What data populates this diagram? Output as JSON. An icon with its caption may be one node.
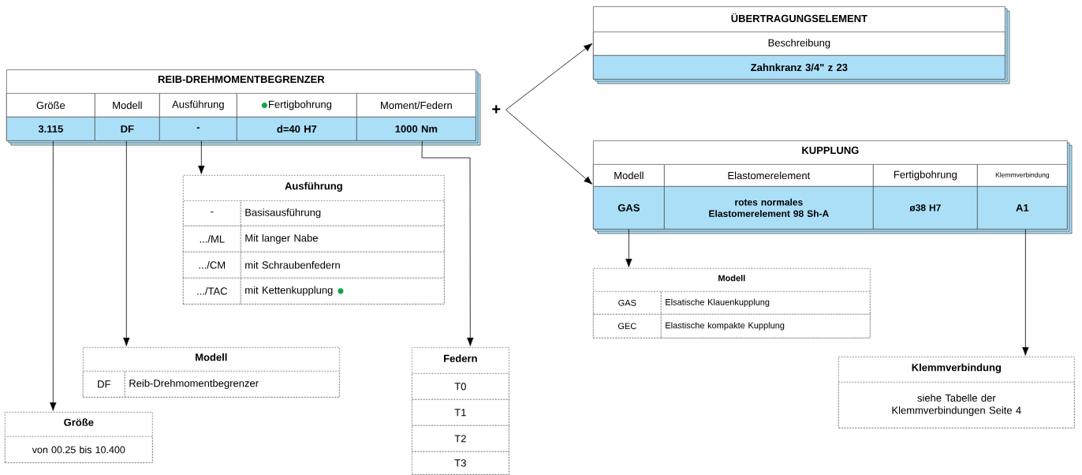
{
  "diagram": {
    "nodes": [
      {
        "text": [
          "REIB-DREHMOMENTBEGRENZER"
        ]
      },
      {
        "text": [
          "Größe"
        ],
        "in": 0
      },
      {
        "text": [
          "Modell"
        ],
        "in": 0
      },
      {
        "text": [
          "Ausführung"
        ],
        "in": 0
      },
      {
        "text": [
          "Fertigbohrung"
        ],
        "in": 0
      },
      {
        "text": [
          "Moment/Federn"
        ],
        "in": 0
      },
      {
        "text": [
          "3.115"
        ],
        "in": 0
      },
      {
        "text": [
          "DF"
        ],
        "in": 0
      },
      {
        "text": [
          "-"
        ],
        "in": 0
      },
      {
        "text": [
          "d=40 H7"
        ],
        "in": 0
      },
      {
        "text": [
          "1000 Nm"
        ],
        "in": 0
      },
      {
        "text": [
          "+"
        ]
      },
      {
        "text": [
          "ÜBERTRAGUNGSELEMENT"
        ]
      },
      {
        "text": [
          "Beschreibung"
        ],
        "in": 12
      },
      {
        "text": [
          "Zahnkranz 3/4\" z 23"
        ],
        "in": 12
      },
      {
        "text": [
          "KUPPLUNG"
        ]
      },
      {
        "text": [
          "Modell"
        ],
        "in": 15
      },
      {
        "text": [
          "Elastomerelement"
        ],
        "in": 15
      },
      {
        "text": [
          "Fertigbohrung"
        ],
        "in": 15
      },
      {
        "text": [
          "Klemmverbindung"
        ],
        "in": 15
      },
      {
        "text": [
          "GAS"
        ],
        "in": 15
      },
      {
        "text": [
          "rotes normales Elastomerelement 98 Sh-A"
        ],
        "in": 15
      },
      {
        "text": [
          "ø38 H7"
        ],
        "in": 15
      },
      {
        "text": [
          "A1"
        ],
        "in": 15
      },
      {
        "text": [
          "Ausführung"
        ]
      },
      {
        "text": [
          "-"
        ],
        "in": 24
      },
      {
        "text": [
          "Basisausführung"
        ],
        "in": 24
      },
      {
        "text": [
          ".../ML"
        ],
        "in": 24
      },
      {
        "text": [
          "Mit langer Nabe"
        ],
        "in": 24
      },
      {
        "text": [
          ".../CM"
        ],
        "in": 24
      },
      {
        "text": [
          "mit Schraubenfedern"
        ],
        "in": 24
      },
      {
        "text": [
          ".../TAC"
        ],
        "in": 24
      },
      {
        "text": [
          "mit Kettenkupplung"
        ],
        "in": 24
      },
      {
        "text": [
          "Modell"
        ]
      },
      {
        "text": [
          "DF"
        ],
        "in": 33
      },
      {
        "text": [
          "Reib-Drehmomentbegrenzer"
        ],
        "in": 33
      },
      {
        "text": [
          "Größe"
        ]
      },
      {
        "text": [
          "von 00.25 bis 10.400"
        ],
        "in": 36
      },
      {
        "text": [
          "Federn"
        ]
      },
      {
        "text": [
          "T0"
        ],
        "in": 38
      },
      {
        "text": [
          "T1"
        ],
        "in": 38
      },
      {
        "text": [
          "T2"
        ],
        "in": 38
      },
      {
        "text": [
          "T3"
        ],
        "in": 38
      },
      {
        "text": [
          "Modell"
        ]
      },
      {
        "text": [
          "GAS"
        ],
        "in": 43
      },
      {
        "text": [
          "Elsatische Klauenkupplung"
        ],
        "in": 43
      },
      {
        "text": [
          "GEC"
        ],
        "in": 43
      },
      {
        "text": [
          "Elastische kompakte Kupplung"
        ],
        "in": 43
      },
      {
        "text": [
          "Klemmverbindung"
        ]
      },
      {
        "text": [
          "siehe Tabelle der Klemmverbindungen Seite 4"
        ],
        "in": 48
      }
    ],
    "edges": [
      {
        "from": 6,
        "to": 36,
        "arrow": "to"
      },
      {
        "from": 7,
        "to": 33,
        "arrow": "to"
      },
      {
        "from": 8,
        "to": 24,
        "arrow": "to"
      },
      {
        "from": 10,
        "to": 38,
        "arrow": "to"
      },
      {
        "from": 11,
        "to": 12,
        "arrow": "to"
      },
      {
        "from": 11,
        "to": 15,
        "arrow": "to"
      },
      {
        "from": 20,
        "to": 43,
        "arrow": "to"
      },
      {
        "from": 23,
        "to": 48,
        "arrow": "to"
      }
    ]
  }
}
